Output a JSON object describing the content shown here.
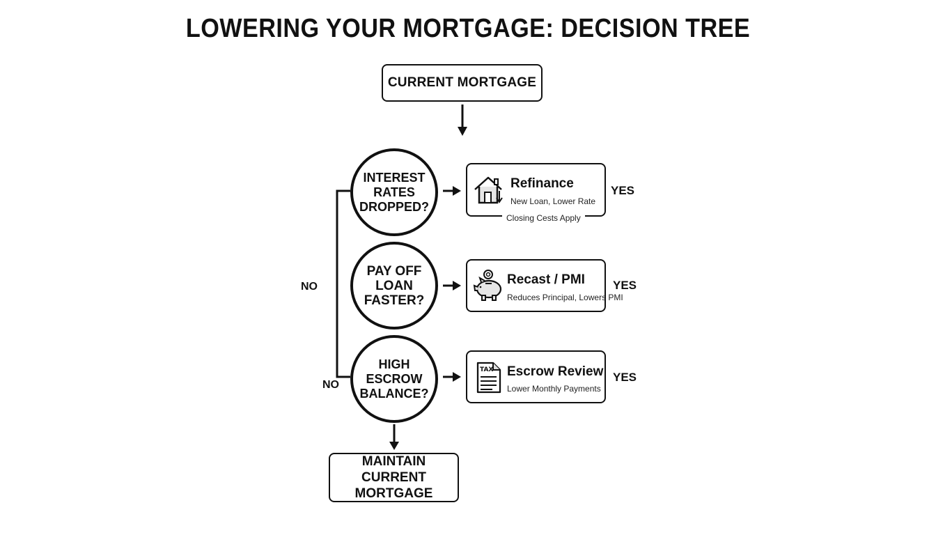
{
  "title": "LOWERING YOUR MORTGAGE: DECISION TREE",
  "start_node": "CURRENT MORTGAGE",
  "questions": [
    {
      "lines": [
        "INTEREST",
        "RATES",
        "DROPPED?"
      ]
    },
    {
      "lines": [
        "PAY OFF LOAN",
        "FASTER?"
      ]
    },
    {
      "lines": [
        "HIGH",
        "ESCROW",
        "BALANCE?"
      ]
    }
  ],
  "actions": [
    {
      "title": "Refinance",
      "subtitle": "New Loan, Lower Rate",
      "note": "Closing Cests Apply",
      "icon": "house-down-arrow-icon",
      "branch_label": "YES"
    },
    {
      "title": "Recast / PMI",
      "subtitle": "Reduces Principal, Lowers PMI",
      "icon": "piggy-bank-icon",
      "branch_label": "YES"
    },
    {
      "title": "Escrow Review",
      "subtitle": "Lower Monthly Payments",
      "icon": "tax-document-icon",
      "icon_text": "TAX",
      "branch_label": "YES"
    }
  ],
  "no_labels": [
    "NO",
    "NO"
  ],
  "end_node": {
    "lines": [
      "MAINTAIN",
      "CURRENT MORTGAGE"
    ]
  },
  "colors": {
    "stroke": "#111111",
    "background": "#ffffff"
  }
}
